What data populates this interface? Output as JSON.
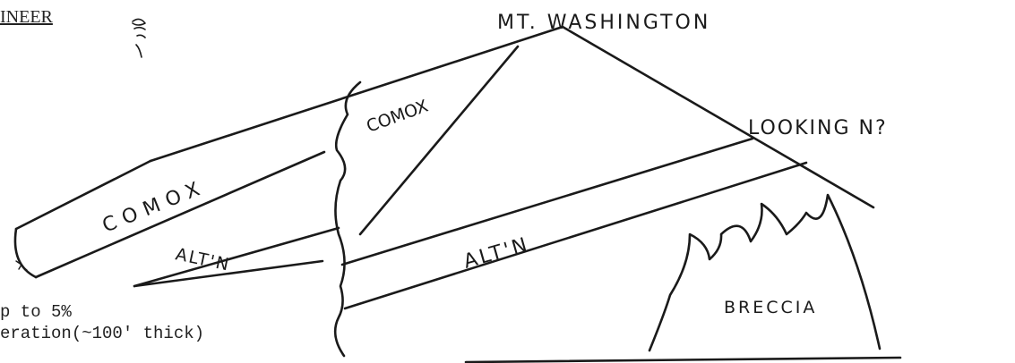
{
  "header_fragment": "INEER",
  "labels": {
    "peak": "MT. WASHINGTON",
    "direction": "LOOKING N?",
    "comox_upper": "COMOX",
    "comox_left": "COMOX",
    "altn_left": "ALT'N",
    "altn_main": "ALT'N",
    "breccia": "BRECCIA"
  },
  "notes": {
    "line1": "p to 5%",
    "line2": "eration(~100' thick)"
  }
}
